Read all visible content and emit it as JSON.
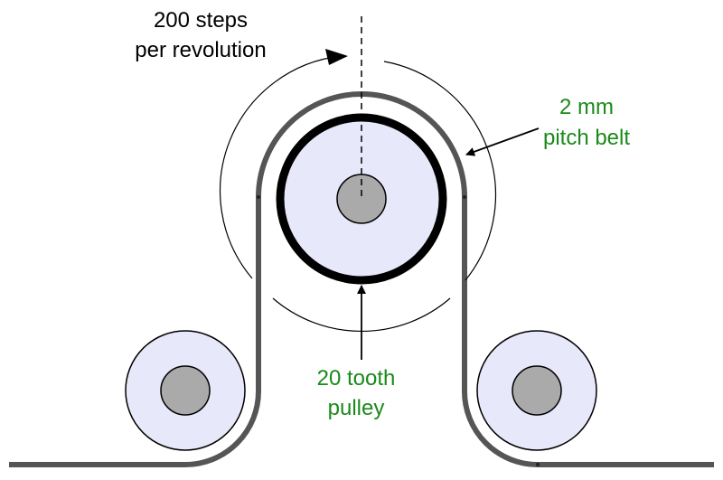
{
  "labels": {
    "steps_line1": "200 steps",
    "steps_line2": "per revolution",
    "belt_line1": "2 mm",
    "belt_line2": "pitch belt",
    "pulley_line1": "20 tooth",
    "pulley_line2": "pulley"
  },
  "colors": {
    "label_text": "#000000",
    "annotation_text": "#1a8a1a",
    "belt": "#555555",
    "pulley_fill": "#e8e8fb",
    "hub_fill": "#aaaaaa",
    "pulley_rim": "#000000"
  }
}
